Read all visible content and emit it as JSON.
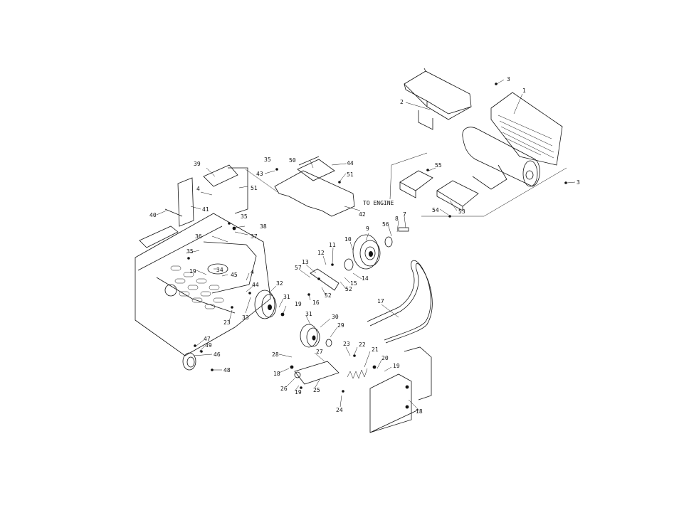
{
  "diagram": {
    "annotation_to_engine": "TO ENGINE",
    "callouts": [
      {
        "id": "c1",
        "text": "3"
      },
      {
        "id": "c2",
        "text": "1"
      },
      {
        "id": "c3",
        "text": "2"
      },
      {
        "id": "c4",
        "text": "3"
      },
      {
        "id": "c5",
        "text": "55"
      },
      {
        "id": "c6",
        "text": "53"
      },
      {
        "id": "c7",
        "text": "54"
      },
      {
        "id": "c8",
        "text": "35"
      },
      {
        "id": "c9",
        "text": "50"
      },
      {
        "id": "c10",
        "text": "44"
      },
      {
        "id": "c11",
        "text": "43"
      },
      {
        "id": "c12",
        "text": "51"
      },
      {
        "id": "c13",
        "text": "42"
      },
      {
        "id": "c14",
        "text": "39"
      },
      {
        "id": "c15",
        "text": "4"
      },
      {
        "id": "c16",
        "text": "51"
      },
      {
        "id": "c17",
        "text": "40"
      },
      {
        "id": "c18",
        "text": "41"
      },
      {
        "id": "c19",
        "text": "35"
      },
      {
        "id": "c20",
        "text": "38"
      },
      {
        "id": "c21",
        "text": "36"
      },
      {
        "id": "c22",
        "text": "37"
      },
      {
        "id": "c23",
        "text": "35"
      },
      {
        "id": "c24",
        "text": "34"
      },
      {
        "id": "c25",
        "text": "45"
      },
      {
        "id": "c26",
        "text": "4"
      },
      {
        "id": "c27",
        "text": "19"
      },
      {
        "id": "c28",
        "text": "44"
      },
      {
        "id": "c29",
        "text": "32"
      },
      {
        "id": "c30",
        "text": "31"
      },
      {
        "id": "c31",
        "text": "33"
      },
      {
        "id": "c32",
        "text": "23"
      },
      {
        "id": "c33",
        "text": "56"
      },
      {
        "id": "c34",
        "text": "8"
      },
      {
        "id": "c35",
        "text": "7"
      },
      {
        "id": "c36",
        "text": "9"
      },
      {
        "id": "c37",
        "text": "10"
      },
      {
        "id": "c38",
        "text": "11"
      },
      {
        "id": "c39",
        "text": "12"
      },
      {
        "id": "c40",
        "text": "13"
      },
      {
        "id": "c41",
        "text": "57"
      },
      {
        "id": "c42",
        "text": "14"
      },
      {
        "id": "c43",
        "text": "15"
      },
      {
        "id": "c44",
        "text": "52"
      },
      {
        "id": "c45",
        "text": "16"
      },
      {
        "id": "c46",
        "text": "52"
      },
      {
        "id": "c47",
        "text": "17"
      },
      {
        "id": "c48",
        "text": "19"
      },
      {
        "id": "c49",
        "text": "31"
      },
      {
        "id": "c50",
        "text": "30"
      },
      {
        "id": "c51",
        "text": "29"
      },
      {
        "id": "c52",
        "text": "47"
      },
      {
        "id": "c53",
        "text": "49"
      },
      {
        "id": "c54",
        "text": "46"
      },
      {
        "id": "c55",
        "text": "48"
      },
      {
        "id": "c56",
        "text": "28"
      },
      {
        "id": "c57",
        "text": "27"
      },
      {
        "id": "c58",
        "text": "23"
      },
      {
        "id": "c59",
        "text": "22"
      },
      {
        "id": "c60",
        "text": "21"
      },
      {
        "id": "c61",
        "text": "20"
      },
      {
        "id": "c62",
        "text": "19"
      },
      {
        "id": "c63",
        "text": "18"
      },
      {
        "id": "c64",
        "text": "26"
      },
      {
        "id": "c65",
        "text": "19"
      },
      {
        "id": "c66",
        "text": "25"
      },
      {
        "id": "c67",
        "text": "24"
      },
      {
        "id": "c68",
        "text": "18"
      }
    ]
  }
}
